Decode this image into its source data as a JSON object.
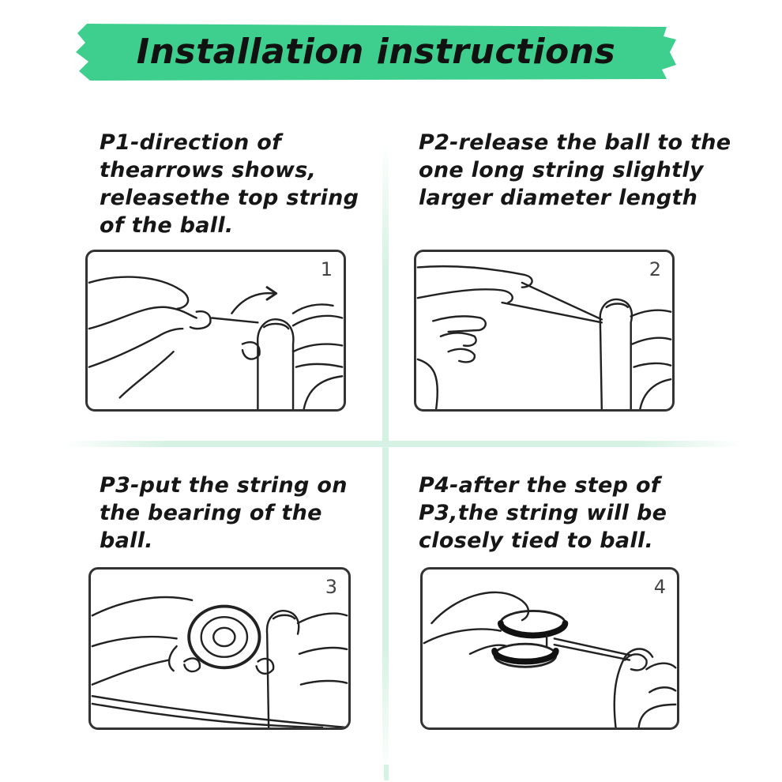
{
  "banner": {
    "title": "Installation instructions",
    "color": "#3ecf8e"
  },
  "steps": [
    {
      "text": "P1-direction of\nthearrows shows,\nreleasethe top string\nof the ball.",
      "number": "1"
    },
    {
      "text": "P2-release the ball to the\none long string slightly\nlarger diameter length",
      "number": "2"
    },
    {
      "text": "P3-put the string on\nthe bearing of the\nball.",
      "number": "3"
    },
    {
      "text": "P4-after the step of\nP3,the string will be\nclosely tied to ball.",
      "number": "4"
    }
  ]
}
